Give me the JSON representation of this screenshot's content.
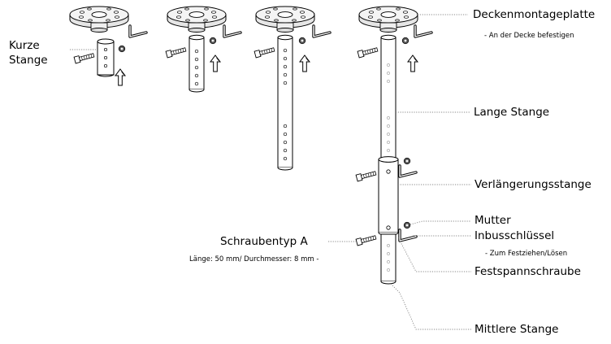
{
  "labels": {
    "kurze_line1": "Kurze",
    "kurze_line2": "Stange",
    "deckenmontageplatte": "Deckenmontageplatte",
    "deckenmontageplatte_note": "- An der Decke befestigen",
    "lange_stange": "Lange Stange",
    "verlaengerungsstange": "Verlängerungsstange",
    "mutter": "Mutter",
    "inbusschluessel": "Inbusschlüssel",
    "inbus_note": "- Zum Festziehen/Lösen",
    "festspannschraube": "Festspannschraube",
    "schraubentyp": "Schraubentyp A",
    "schraubentyp_note": "Länge: 50 mm/ Durchmesser: 8 mm -",
    "mittlere_stange": "Mittlere Stange"
  }
}
